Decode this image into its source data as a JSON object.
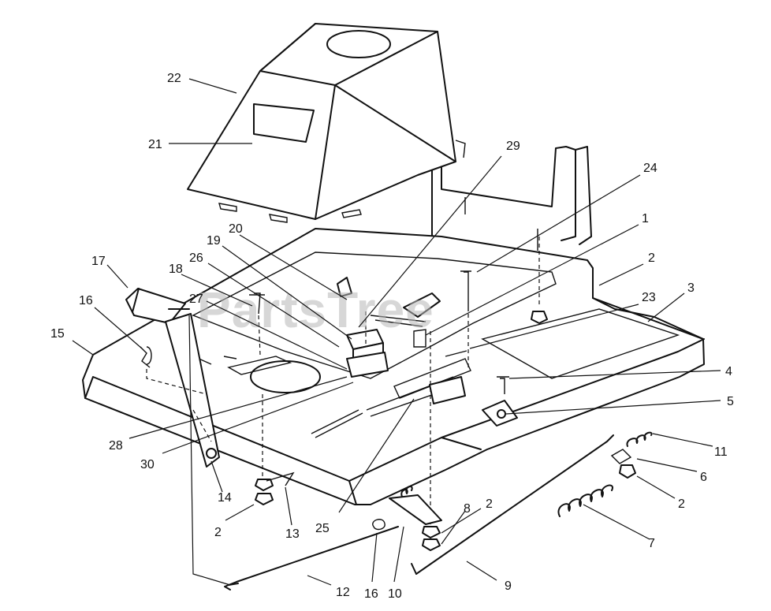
{
  "watermark": "PartsTree",
  "callouts": {
    "c1": "1",
    "c2a": "2",
    "c2b": "2",
    "c2c": "2",
    "c2d": "2",
    "c3": "3",
    "c4": "4",
    "c5": "5",
    "c6": "6",
    "c7": "7",
    "c8": "8",
    "c9": "9",
    "c10": "10",
    "c11": "11",
    "c12": "12",
    "c13": "13",
    "c14": "14",
    "c15": "15",
    "c16a": "16",
    "c16b": "16",
    "c17": "17",
    "c18": "18",
    "c19": "19",
    "c20": "20",
    "c21": "21",
    "c22": "22",
    "c23": "23",
    "c24": "24",
    "c25": "25",
    "c26": "26",
    "c27": "27",
    "c28": "28",
    "c29": "29",
    "c30": "30"
  }
}
